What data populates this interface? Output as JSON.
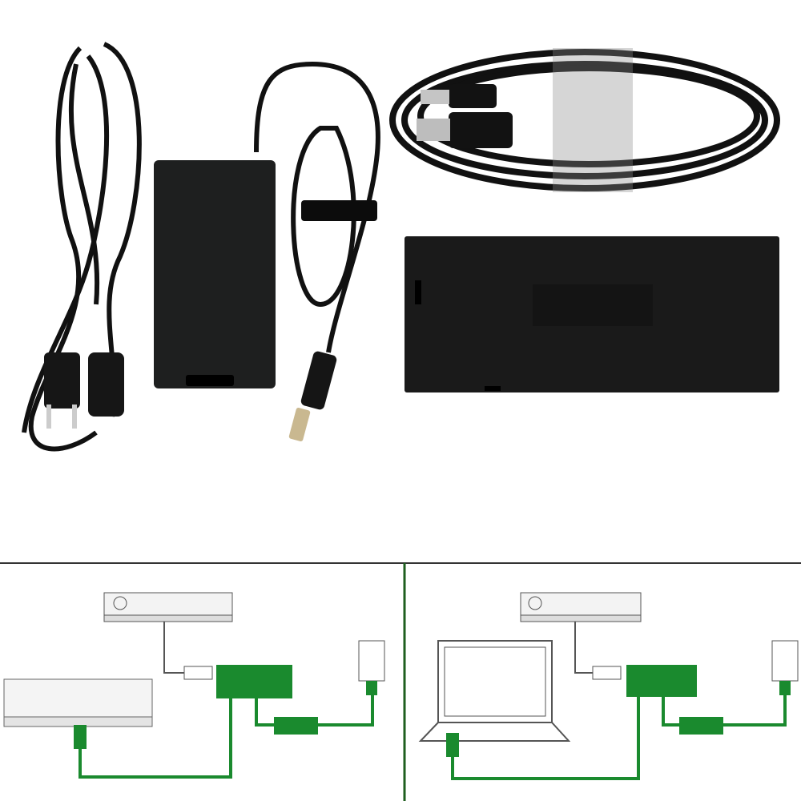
{
  "colors": {
    "background": "#ffffff",
    "product": "#1c1c1c",
    "cable": "#111111",
    "diagram_green": "#1a8a2e",
    "diagram_line": "#555555",
    "divider": "#1f5f1f"
  },
  "scene": {
    "items": [
      "power-cord",
      "power-adapter-brick",
      "usb-cable",
      "kinect-adapter-hub"
    ],
    "diagrams": [
      "console-connection-diagram",
      "pc-connection-diagram"
    ]
  }
}
